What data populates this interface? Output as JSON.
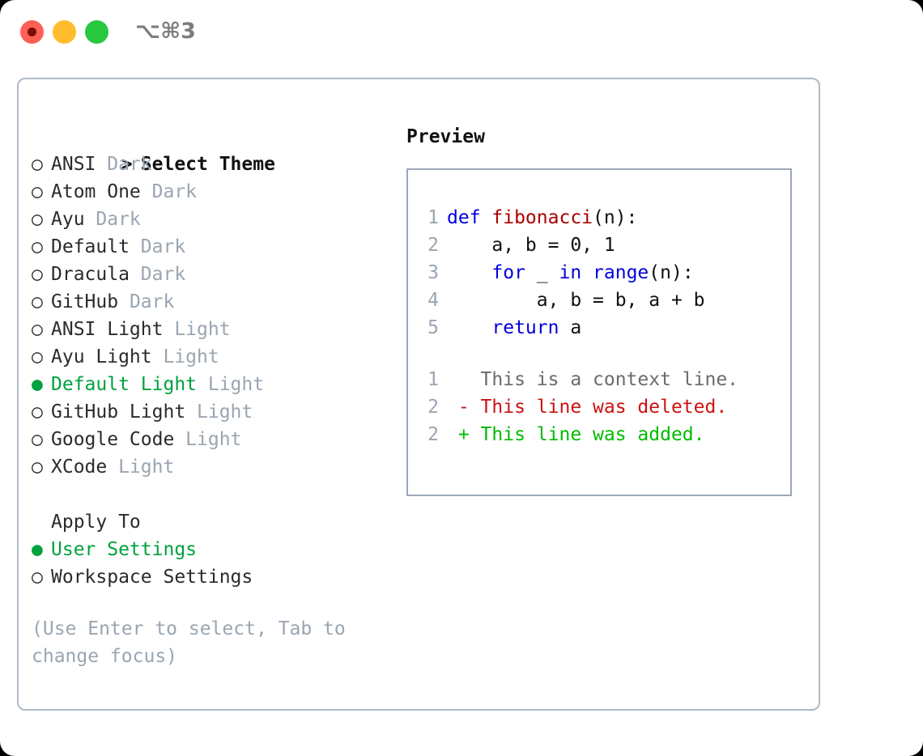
{
  "window": {
    "title": "⌥⌘3",
    "traffic_lights": [
      {
        "name": "close",
        "color": "#ff5f57"
      },
      {
        "name": "minimize",
        "color": "#ffbd2e"
      },
      {
        "name": "maximize",
        "color": "#28c840"
      }
    ]
  },
  "colors": {
    "accent_green": "#00a13f",
    "muted_gray": "#9aa5b1",
    "panel_border": "#b0bac6",
    "preview_border": "#9aa8b8",
    "keyword_blue": "#0000dd",
    "function_red": "#aa0000",
    "diff_deleted": "#cc1111",
    "diff_added": "#00bb00"
  },
  "theme_section": {
    "prompt_marker": ">",
    "header": "Select Theme",
    "bullet_unselected": "○",
    "bullet_selected": "●",
    "items": [
      {
        "label": "ANSI",
        "tag": "Dark",
        "selected": false
      },
      {
        "label": "Atom One",
        "tag": "Dark",
        "selected": false
      },
      {
        "label": "Ayu",
        "tag": "Dark",
        "selected": false
      },
      {
        "label": "Default",
        "tag": "Dark",
        "selected": false
      },
      {
        "label": "Dracula",
        "tag": "Dark",
        "selected": false
      },
      {
        "label": "GitHub",
        "tag": "Dark",
        "selected": false
      },
      {
        "label": "ANSI Light",
        "tag": "Light",
        "selected": false
      },
      {
        "label": "Ayu Light",
        "tag": "Light",
        "selected": false
      },
      {
        "label": "Default Light",
        "tag": "Light",
        "selected": true
      },
      {
        "label": "GitHub Light",
        "tag": "Light",
        "selected": false
      },
      {
        "label": "Google Code",
        "tag": "Light",
        "selected": false
      },
      {
        "label": "XCode",
        "tag": "Light",
        "selected": false
      }
    ]
  },
  "apply_section": {
    "header": "Apply To",
    "items": [
      {
        "label": "User Settings",
        "selected": true
      },
      {
        "label": "Workspace Settings",
        "selected": false
      }
    ]
  },
  "hint": "(Use Enter to select, Tab to change focus)",
  "preview": {
    "title": "Preview",
    "code_lines": [
      {
        "number": "1",
        "parts": [
          {
            "text": "def ",
            "style": "kw"
          },
          {
            "text": "fibonacci",
            "style": "fn"
          },
          {
            "text": "(n):",
            "style": "pl"
          }
        ]
      },
      {
        "number": "2",
        "parts": [
          {
            "text": "    a, b = 0, 1",
            "style": "pl"
          }
        ]
      },
      {
        "number": "3",
        "parts": [
          {
            "text": "    ",
            "style": "pl"
          },
          {
            "text": "for",
            "style": "kw"
          },
          {
            "text": " _ ",
            "style": "pl"
          },
          {
            "text": "in",
            "style": "kw"
          },
          {
            "text": " ",
            "style": "pl"
          },
          {
            "text": "range",
            "style": "kw"
          },
          {
            "text": "(n):",
            "style": "pl"
          }
        ]
      },
      {
        "number": "4",
        "parts": [
          {
            "text": "        a, b = b, a + b",
            "style": "pl"
          }
        ]
      },
      {
        "number": "5",
        "parts": [
          {
            "text": "    ",
            "style": "pl"
          },
          {
            "text": "return",
            "style": "kw"
          },
          {
            "text": " a",
            "style": "pl"
          }
        ]
      }
    ],
    "diff_lines": [
      {
        "number": "1",
        "marker": " ",
        "text": "This is a context line.",
        "style": "ctx"
      },
      {
        "number": "2",
        "marker": "-",
        "text": "This line was deleted.",
        "style": "del"
      },
      {
        "number": "2",
        "marker": "+",
        "text": "This line was added.",
        "style": "add"
      }
    ]
  }
}
